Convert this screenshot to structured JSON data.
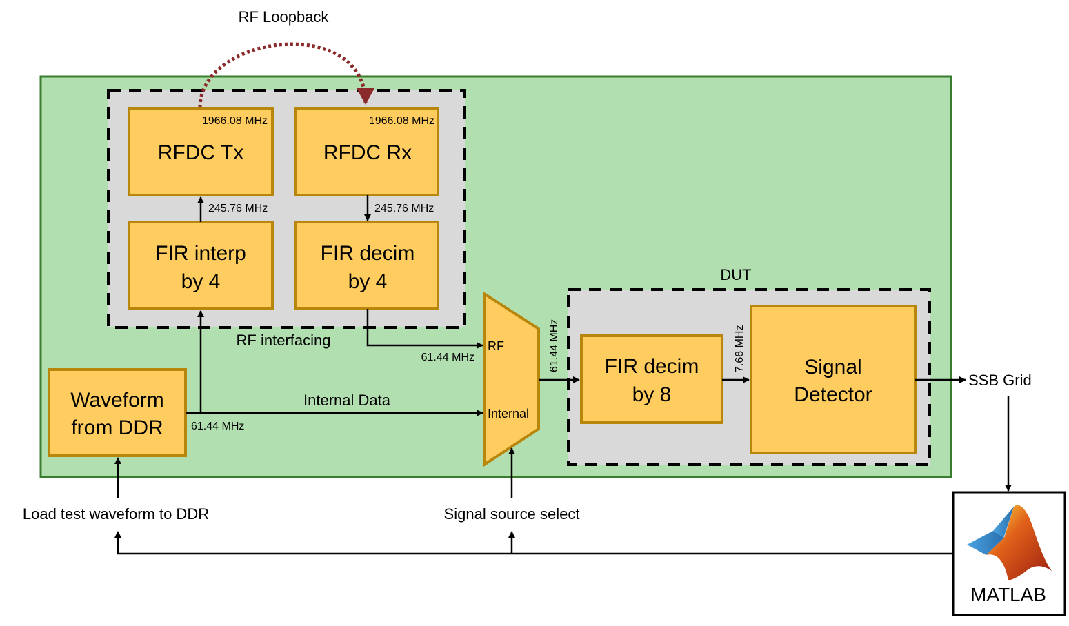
{
  "title": "RF Loopback",
  "colors": {
    "fpga_fill": "#b2dfb0",
    "fpga_border": "#3a7d2f",
    "block_fill": "#ffcc5f",
    "block_border": "#b8860b",
    "group_fill": "#d9d9d9",
    "loopback": "#8b2a2a"
  },
  "groups": {
    "rf_interfacing": "RF interfacing",
    "dut": "DUT"
  },
  "blocks": {
    "rfdc_tx": {
      "line1": "RFDC Tx",
      "freq": "1966.08 MHz"
    },
    "rfdc_rx": {
      "line1": "RFDC Rx",
      "freq": "1966.08 MHz"
    },
    "fir_interp": {
      "line1": "FIR interp",
      "line2": "by 4"
    },
    "fir_decim4": {
      "line1": "FIR decim",
      "line2": "by 4"
    },
    "waveform": {
      "line1": "Waveform",
      "line2": "from DDR"
    },
    "fir_decim8": {
      "line1": "FIR decim",
      "line2": "by 8"
    },
    "detector": {
      "line1": "Signal",
      "line2": "Detector"
    },
    "matlab": {
      "label": "MATLAB"
    }
  },
  "mux": {
    "in_rf": "RF",
    "in_internal": "Internal"
  },
  "rates": {
    "tx_in": "245.76 MHz",
    "rx_out": "245.76 MHz",
    "rf_path": "61.44 MHz",
    "waveform_out": "61.44 MHz",
    "mux_out": "61.44 MHz",
    "decim8_out": "7.68 MHz"
  },
  "labels": {
    "internal_data": "Internal Data",
    "ssb_grid": "SSB Grid",
    "load_waveform": "Load test waveform to DDR",
    "signal_source_select": "Signal source select"
  }
}
